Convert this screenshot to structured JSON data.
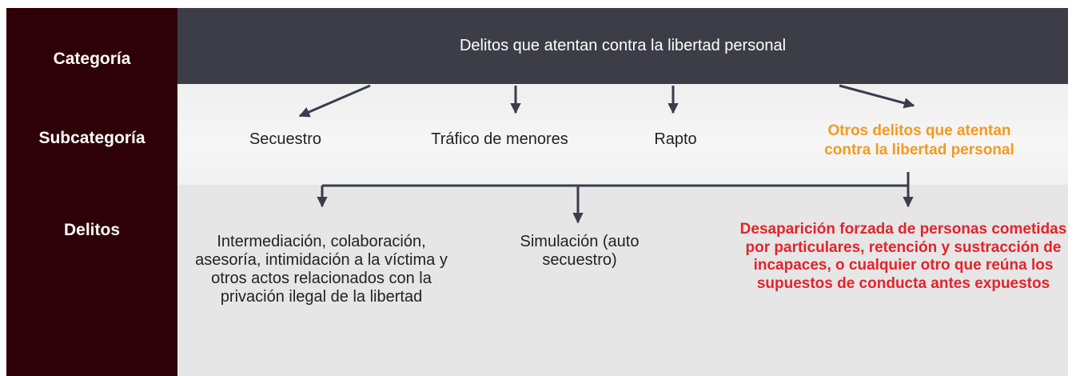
{
  "row_labels": {
    "category": "Categoría",
    "subcategory": "Subcategoría",
    "crimes": "Delitos"
  },
  "category": "Delitos que atentan contra la libertad personal",
  "subcategories": {
    "secuestro": "Secuestro",
    "trafico": "Tráfico de menores",
    "rapto": "Rapto",
    "otros": "Otros delitos que atentan contra la libertad personal"
  },
  "crimes": {
    "intermediacion": "Intermediación, colaboración, asesoría, intimidación a la víctima y otros actos relacionados con la privación ilegal de la libertad",
    "simulacion": "Simulación (auto secuestro)",
    "desaparicion": "Desaparición forzada de personas cometidas por  particulares, retención y sustracción de incapaces, o cualquier otro que reúna los supuestos de conducta antes expuestos"
  },
  "colors": {
    "left_column": "#2e0008",
    "category_band": "#3d3d47",
    "arrow": "#3a3d4a",
    "highlight_orange": "#f39a1e",
    "highlight_red": "#e3242b"
  }
}
